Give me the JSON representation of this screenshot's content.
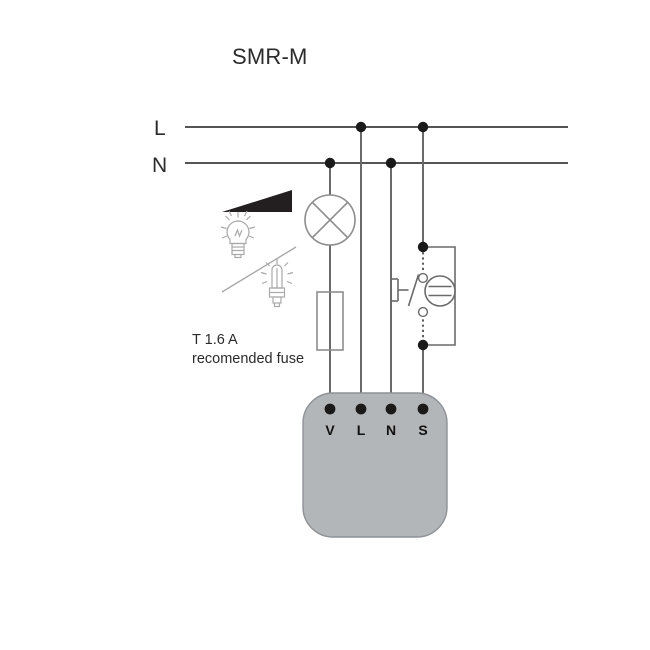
{
  "page": {
    "title": "SMR-M",
    "background_color": "#ffffff"
  },
  "buses": {
    "line_label": "L",
    "neutral_label": "N"
  },
  "fuse_note": {
    "line1": "T 1.6 A",
    "line2": "recomended fuse"
  },
  "device": {
    "fill_color": "#b3b6b9",
    "stroke_color": "#8e9296",
    "terminals": [
      {
        "label": "V",
        "name": "terminal-v"
      },
      {
        "label": "L",
        "name": "terminal-l"
      },
      {
        "label": "N",
        "name": "terminal-n"
      },
      {
        "label": "S",
        "name": "terminal-s"
      }
    ]
  },
  "symbols": {
    "lamp": "lamp-cross-circle-icon",
    "fuse": "fuse-rectangle-icon",
    "dimming_wedge": "dimming-wedge-icon",
    "incandescent_bulb": "incandescent-bulb-icon",
    "compact_fluorescent_bulb": "compact-fluorescent-bulb-icon",
    "exclusion_slash": "exclusion-slash-icon",
    "push_button_switch": "push-button-switch-icon",
    "glow_indicator": "glow-lamp-indicator-icon"
  },
  "colors": {
    "wire": "#4d4d4d",
    "bus": "#555555",
    "node": "#1a1a1a",
    "light_line": "#9a9a9a",
    "wedge_fill": "#231f20",
    "text": "#2b2b2b"
  }
}
